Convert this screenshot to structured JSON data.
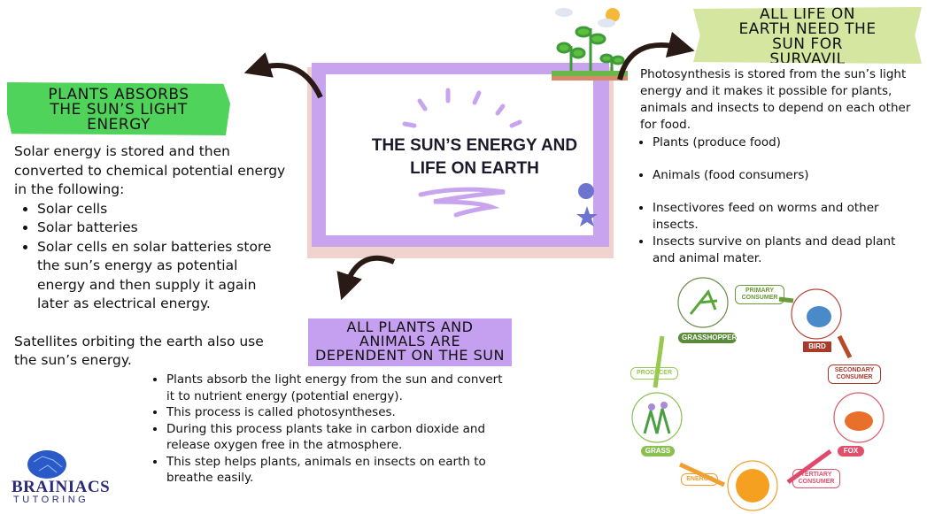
{
  "center": {
    "title_line1": "THE SUN’S ENERGY AND",
    "title_line2": "LIFE ON EARTH"
  },
  "left": {
    "banner": [
      "PLANTS ABSORBS",
      "THE SUN’S LIGHT",
      "ENERGY"
    ],
    "intro": [
      "Solar energy is stored and then",
      "converted to chemical potential energy",
      "in the following:"
    ],
    "bullets": [
      "Solar cells",
      "Solar batteries",
      "Solar cells en solar batteries store the sun’s energy as potential energy and then supply it again later as electrical energy."
    ],
    "footer": "Satellites orbiting the earth also use the sun’s energy."
  },
  "middle": {
    "banner": [
      "ALL PLANTS AND",
      "ANIMALS ARE",
      "DEPENDENT ON THE SUN"
    ],
    "bullets": [
      "Plants absorb the light energy from the sun and convert it to nutrient energy (potential energy).",
      "This process is called photosyntheses.",
      "During this process plants take in carbon dioxide and release oxygen free in the atmosphere.",
      "This step helps plants, animals en insects on earth to breathe easily."
    ]
  },
  "right": {
    "banner": [
      "ALL LIFE ON",
      "EARTH NEED THE",
      "SUN FOR",
      "SURVAVIL"
    ],
    "intro": "Photosynthesis is stored from the sun’s light energy and it makes it possible for plants, animals and insects to depend on each other for food.",
    "bullets": [
      "Plants (produce food)",
      "Animals (food consumers)",
      "Insectivores feed on worms and other insects.",
      "Insects survive on plants and dead plant and animal mater."
    ]
  },
  "food_chain": {
    "nodes": [
      "GRASSHOPPER",
      "BIRD",
      "FOX",
      "GRASS"
    ],
    "arrows": [
      "PRIMARY CONSUMER",
      "SECONDARY CONSUMER",
      "TERTIARY CONSUMER",
      "ENERGY",
      "PRODUCER"
    ]
  },
  "logo": {
    "line1": "BRAINIACS",
    "line2": "TUTORING"
  },
  "colors": {
    "green_banner": "#4fd35a",
    "purple": "#c6a0f0",
    "lime_banner": "#d4e6a0",
    "pink": "#f0d3cd",
    "arrow": "#2a1a16"
  }
}
